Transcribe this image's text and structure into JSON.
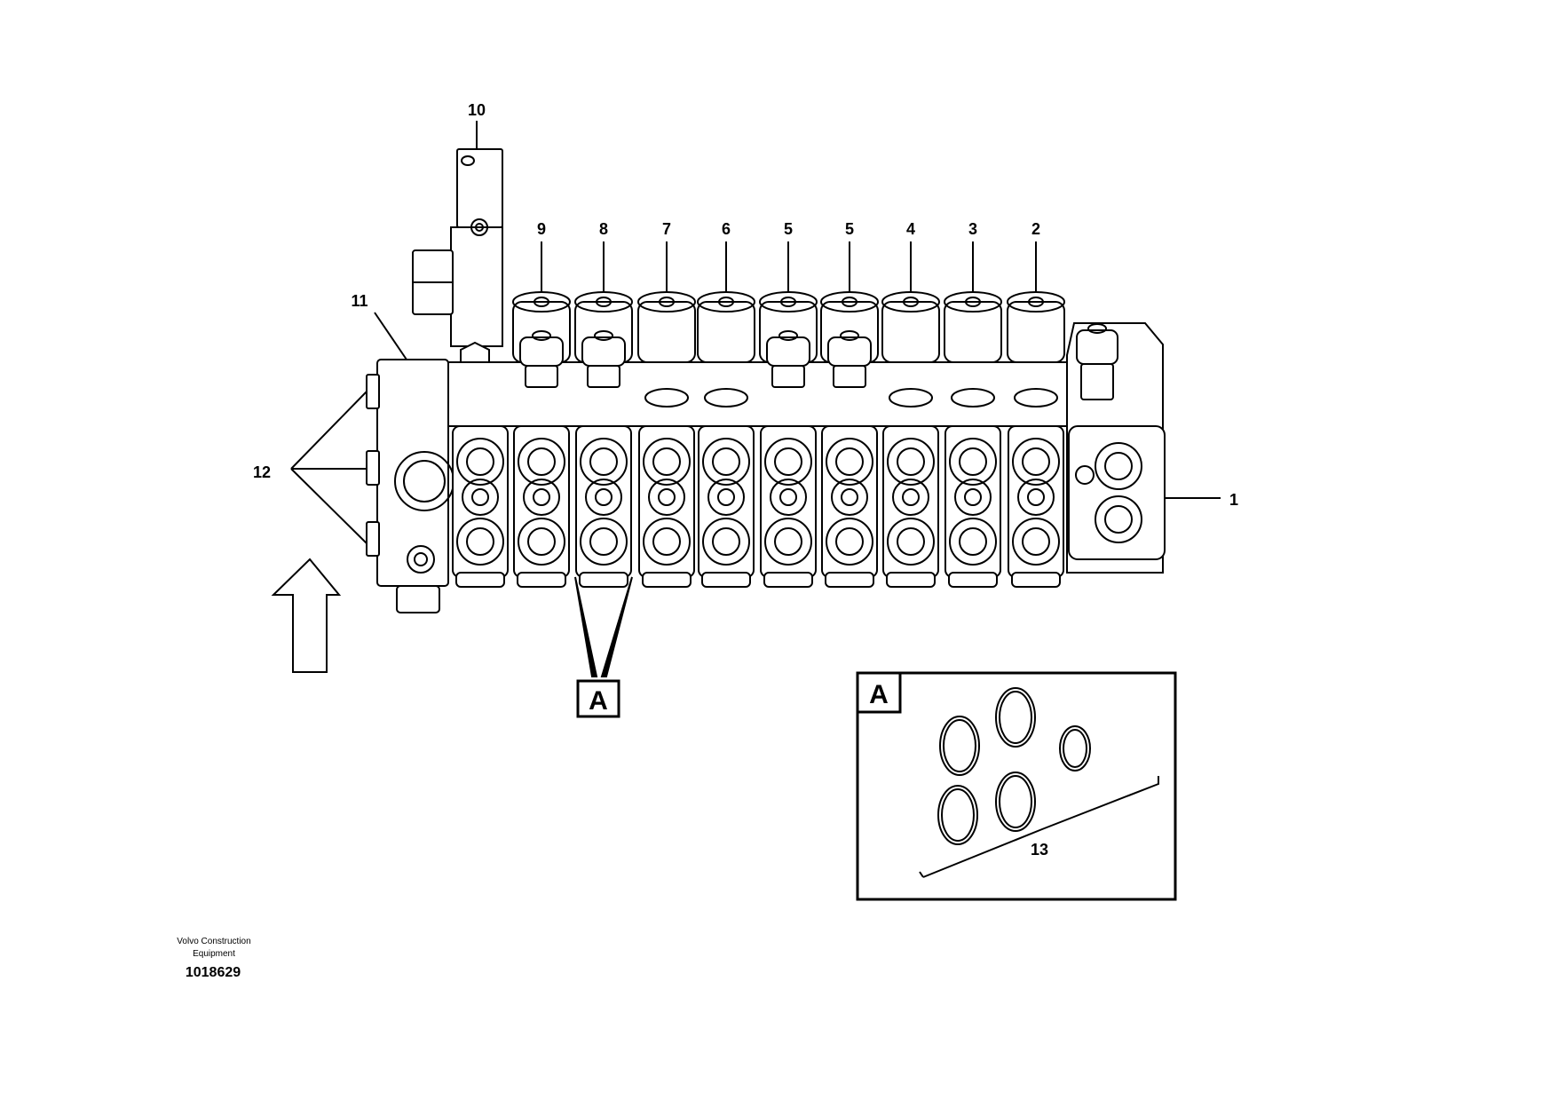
{
  "callouts": {
    "c1": "1",
    "c2": "2",
    "c3": "3",
    "c4": "4",
    "c5a": "5",
    "c5b": "5",
    "c6": "6",
    "c7": "7",
    "c8": "8",
    "c9": "9",
    "c10": "10",
    "c11": "11",
    "c12": "12",
    "c13": "13"
  },
  "detail_marker": "A",
  "detail_box_label": "A",
  "footer": {
    "company_line1": "Volvo Construction",
    "company_line2": "Equipment",
    "doc_number": "1018629"
  }
}
